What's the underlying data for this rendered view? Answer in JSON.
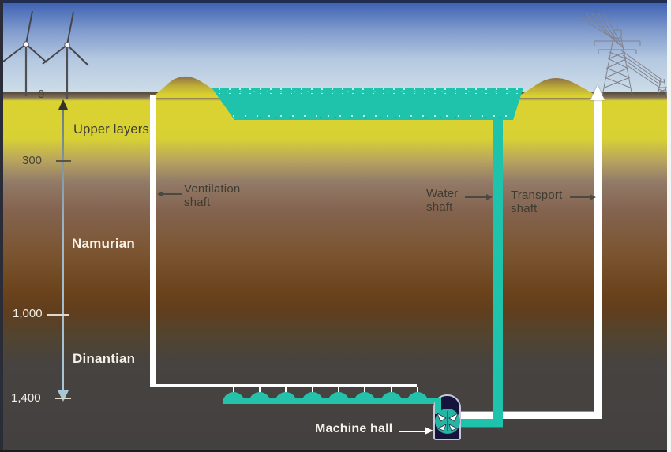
{
  "depth_scale": {
    "ticks": [
      {
        "label": "0"
      },
      {
        "label": "300"
      },
      {
        "label": "1,000"
      },
      {
        "label": "1,400"
      }
    ]
  },
  "layers": {
    "upper": "Upper layers",
    "namurian": "Namurian",
    "dinantian": "Dinantian"
  },
  "labels": {
    "ventilation_shaft": "Ventilation\nshaft",
    "water_shaft": "Water\nshaft",
    "transport_shaft": "Transport\nshaft",
    "machine_hall": "Machine hall"
  },
  "caverns": {
    "count": 8
  },
  "icons": {
    "top_left": "wind-turbines",
    "top_right": "transmission-tower",
    "bottom": "turbine-in-machine-hall"
  },
  "colors": {
    "water_teal": "#1fc3ab",
    "machine_hall_navy": "#14143c",
    "sky_top": "#3f63b3",
    "upper_layer_yellow": "#dad32f",
    "namurian_brown": "#6a431c",
    "dinantian_gray": "#434040",
    "scale_arrow_blue": "#a9c6d6"
  }
}
